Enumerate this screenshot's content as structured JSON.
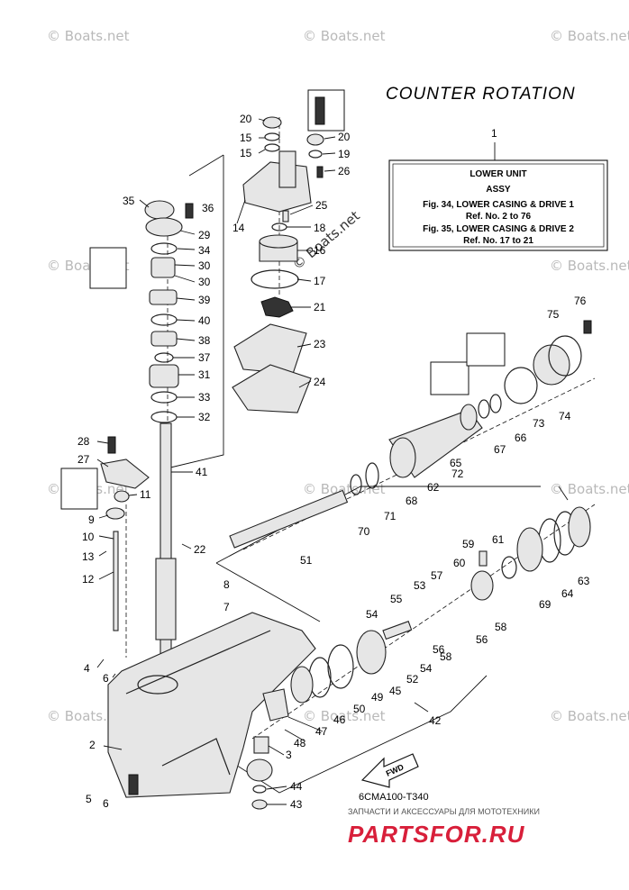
{
  "title": "COUNTER ROTATION",
  "assembly_box": {
    "ref": "1",
    "lines": [
      "LOWER UNIT",
      "ASSY",
      "Fig. 34, LOWER CASING & DRIVE 1",
      "Ref. No. 2 to 76",
      "Fig. 35, LOWER CASING & DRIVE 2",
      "Ref. No. 17 to 21"
    ]
  },
  "watermark": "© Boats.net",
  "fwd_arrow": "FWD",
  "diagram_code": "6CMA100-T340",
  "footer": {
    "subtitle": "ЗАПЧАСТИ И АКСЕССУАРЫ ДЛЯ МОТОТЕХНИКИ",
    "brand": "PARTSFOR.RU",
    "brand_color": "#d81f3a"
  },
  "part_labels": [
    "2",
    "3",
    "4",
    "5",
    "6",
    "6",
    "7",
    "8",
    "9",
    "10",
    "11",
    "12",
    "13",
    "14",
    "15",
    "15",
    "16",
    "17",
    "18",
    "19",
    "20",
    "20",
    "21",
    "22",
    "23",
    "24",
    "25",
    "26",
    "27",
    "28",
    "29",
    "30",
    "30",
    "31",
    "32",
    "33",
    "34",
    "35",
    "36",
    "37",
    "38",
    "39",
    "40",
    "41",
    "42",
    "43",
    "44",
    "45",
    "46",
    "47",
    "48",
    "49",
    "50",
    "51",
    "52",
    "53",
    "54",
    "54",
    "55",
    "56",
    "56",
    "57",
    "58",
    "58",
    "59",
    "60",
    "61",
    "62",
    "63",
    "64",
    "65",
    "66",
    "67",
    "68",
    "69",
    "70",
    "71",
    "72",
    "73",
    "74",
    "75",
    "76"
  ]
}
